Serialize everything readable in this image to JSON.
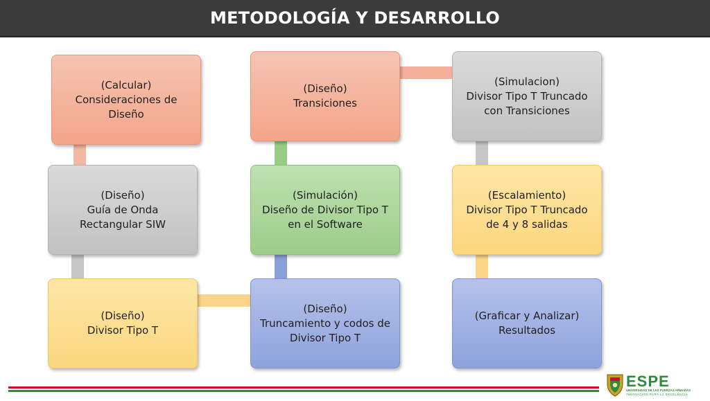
{
  "header": {
    "title": "METODOLOGÍA Y DESARROLLO"
  },
  "colors": {
    "salmon": "#f4a98f",
    "gray": "#c9c9c9",
    "green": "#a3d193",
    "yellow": "#fcd98a",
    "blue": "#98a9df",
    "header_bg": "#3b3b3b",
    "footer_red": "#c8102e",
    "footer_green": "#2e8b3d"
  },
  "steps": {
    "calc": {
      "lines": [
        "(Calcular)",
        "Consideraciones de",
        "Diseño"
      ]
    },
    "guia": {
      "lines": [
        "(Diseño)",
        "Guía de Onda",
        "Rectangular SIW"
      ]
    },
    "divisor": {
      "lines": [
        "(Diseño)",
        "Divisor Tipo T"
      ]
    },
    "trans": {
      "lines": [
        "(Diseño)",
        "Transiciones"
      ]
    },
    "sim": {
      "lines": [
        "(Simulación)",
        "Diseño de Divisor  Tipo T",
        "en el Software"
      ]
    },
    "trunc": {
      "lines": [
        "(Diseño)",
        "Truncamiento y codos de",
        "Divisor Tipo T"
      ]
    },
    "simtrunc": {
      "lines": [
        "(Simulacion)",
        "Divisor Tipo T Truncado",
        "con Transiciones"
      ]
    },
    "escal": {
      "lines": [
        "(Escalamiento)",
        "Divisor Tipo T Truncado",
        "de 4 y 8 salidas"
      ]
    },
    "graf": {
      "lines": [
        "(Graficar y Analizar)",
        "Resultados"
      ]
    }
  },
  "logo": {
    "name": "ESPE",
    "subtitle": "UNIVERSIDAD DE LAS FUERZAS ARMADAS",
    "motto": "INNOVACIÓN PARA LA EXCELENCIA"
  }
}
